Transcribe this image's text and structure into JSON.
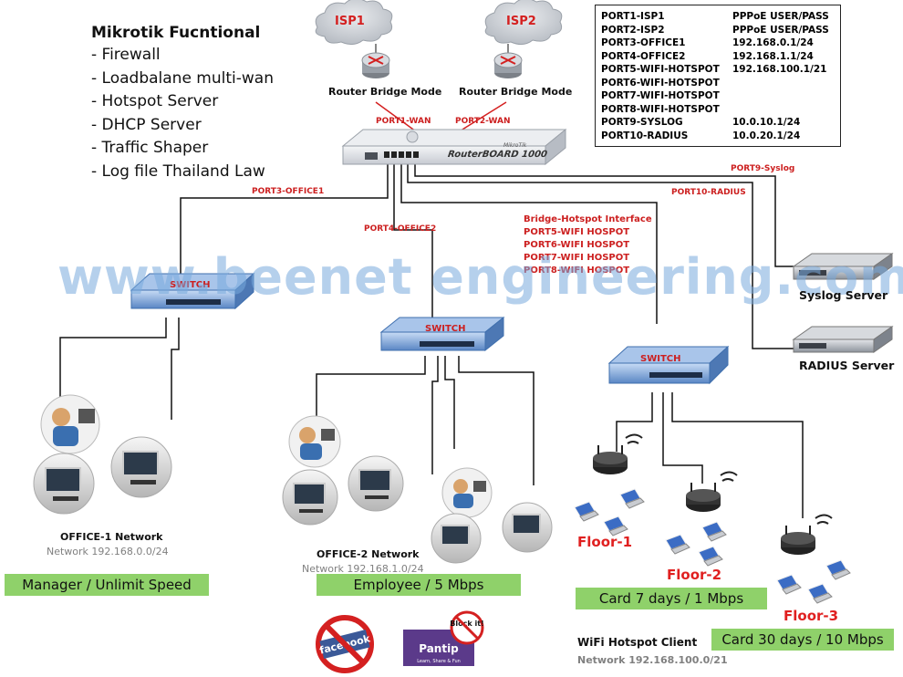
{
  "features": {
    "title": "Mikrotik Fucntional",
    "items": [
      "- Firewall",
      "- Loadbalane multi-wan",
      "- Hotspot Server",
      "- DHCP Server",
      "- Traffic Shaper",
      "- Log file Thailand Law"
    ]
  },
  "isps": [
    {
      "label": "ISP1"
    },
    {
      "label": "ISP2"
    }
  ],
  "router_bridge_label": "Router Bridge Mode",
  "routerboard": {
    "label": "RouterBOARD 1000",
    "brand": "MikroTik"
  },
  "port_table": [
    {
      "port": "PORT1-ISP1",
      "value": "PPPoE USER/PASS"
    },
    {
      "port": "PORT2-ISP2",
      "value": "PPPoE USER/PASS"
    },
    {
      "port": "PORT3-OFFICE1",
      "value": "192.168.0.1/24"
    },
    {
      "port": "PORT4-OFFICE2",
      "value": "192.168.1.1/24"
    },
    {
      "port": "PORT5-WIFI-HOTSPOT",
      "value": "192.168.100.1/21"
    },
    {
      "port": "PORT6-WIFI-HOTSPOT",
      "value": ""
    },
    {
      "port": "PORT7-WIFI-HOTSPOT",
      "value": ""
    },
    {
      "port": "PORT8-WIFI-HOTSPOT",
      "value": ""
    },
    {
      "port": "PORT9-SYSLOG",
      "value": "10.0.10.1/24"
    },
    {
      "port": "PORT10-RADIUS",
      "value": "10.0.20.1/24"
    }
  ],
  "link_labels": {
    "port1": "PORT1-WAN",
    "port2": "PORT2-WAN",
    "port3": "PORT3-OFFICE1",
    "port4": "PORT4-OFFICE2",
    "port9": "PORT9-Syslog",
    "port10": "PORT10-RADIUS",
    "hotspot": [
      "Bridge-Hotspot Interface",
      "PORT5-WIFI HOSPOT",
      "PORT6-WIFI HOSPOT",
      "PORT7-WIFI HOSPOT",
      "PORT8-WIFI HOSPOT"
    ]
  },
  "switch_label": "SWITCH",
  "watermark": "www.beenet engineering.com",
  "servers": {
    "syslog": "Syslog Server",
    "radius": "RADIUS Server"
  },
  "office1": {
    "title": "OFFICE-1 Network",
    "network": "Network 192.168.0.0/24",
    "speed": "Manager / Unlimit Speed"
  },
  "office2": {
    "title": "OFFICE-2 Network",
    "network": "Network 192.168.1.0/24",
    "speed": "Employee / 5 Mbps"
  },
  "wifi": {
    "floors": [
      "Floor-1",
      "Floor-2",
      "Floor-3"
    ],
    "speed1": "Card 7 days / 1 Mbps",
    "speed2": "Card 30 days / 10 Mbps",
    "title": "WiFi Hotspot Client",
    "network": "Network 192.168.100.0/21"
  },
  "blocked": {
    "facebook": "facebook",
    "pantip": "Pantip",
    "pantip_tag": "Learn, Share & Fun",
    "block_tag": "Block it!"
  },
  "colors": {
    "link": "#111111",
    "wan_link": "#d42020",
    "label_red": "#cc1f1f",
    "speed_bg": "#8fd16a",
    "switch_blue": "#7aa4d8",
    "watermark": "#78aadc"
  }
}
